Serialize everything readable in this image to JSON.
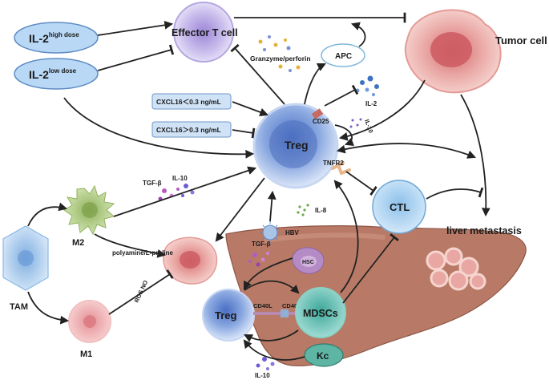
{
  "il2": {
    "high": {
      "main": "IL-2",
      "sup": "high dose"
    },
    "low": {
      "main": "IL-2",
      "sup": "low dose"
    }
  },
  "cells": {
    "effector_t": "Effector T cell",
    "treg": "Treg",
    "treg_small": "Treg",
    "apc": "APC",
    "tumor_cell": "Tumor cell",
    "ctl": "CTL",
    "mdscs": "MDSCs",
    "kc": "Kc",
    "hsc": "HSC",
    "tam": "TAM",
    "m1": "M1",
    "m2": "M2"
  },
  "cxcl16": {
    "low": "CXCL16＜0.3 ng/mL",
    "high": "CXCL16＞0.3 ng/mL"
  },
  "labels": {
    "granzyme": "Granzyme/perforin",
    "il2_secreted": "IL-2",
    "il10_top": "IL-10",
    "cd25": "CD25",
    "tnfr2": "TNFR2",
    "tgf_b_top": "TGF-β",
    "il10_mid": "IL-10",
    "il8": "IL-8",
    "hbv": "HBV",
    "tgf_b_bottom": "TGF-β",
    "cd40l": "CD40L",
    "cd40": "CD40",
    "il10_bottom": "IL-10",
    "polyamine": "polyamine/L-proline",
    "ros_no": "ROS NO",
    "liver_metastasis": "liver metastasis"
  },
  "colors": {
    "il2_fill": "#b9d8f5",
    "treg_fill": "#8aa8e0",
    "mdsc_fill": "#6cc4b8",
    "kc_fill": "#5fb5a4",
    "liver_fill": "#b87a66",
    "tumor_fill": "#e6a4a0",
    "m2_fill": "#a9c77c",
    "m1_fill": "#f0b4b4",
    "tam_fill": "#a9c9ee"
  }
}
